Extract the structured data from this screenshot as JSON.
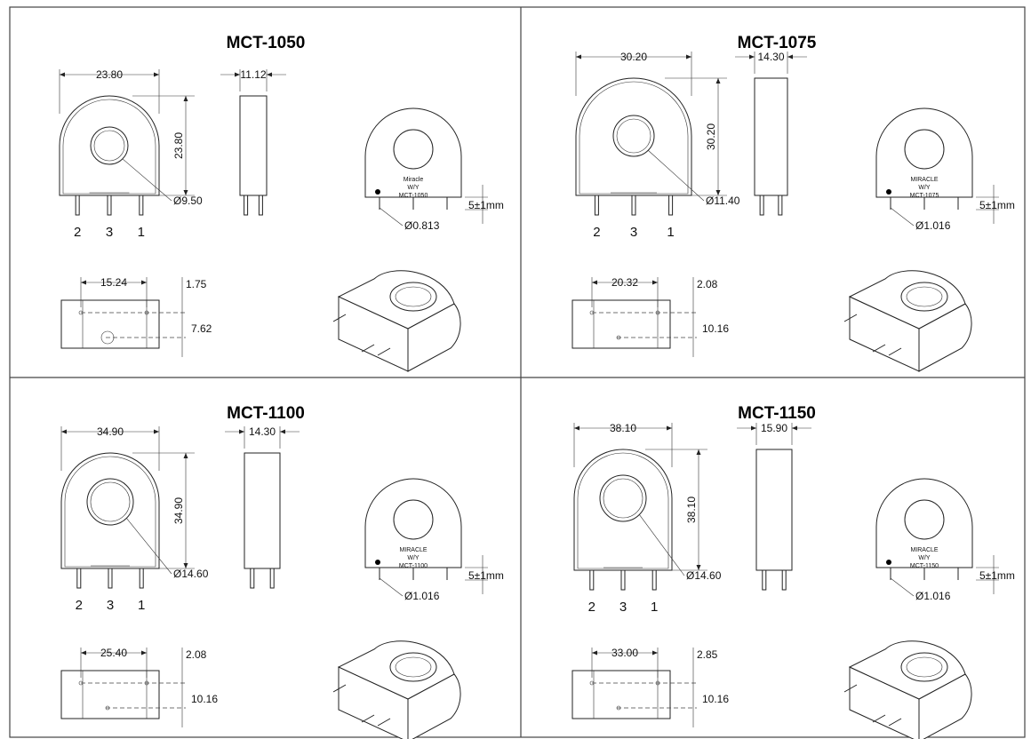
{
  "panels": [
    {
      "title": "MCT-1050",
      "width_dim": "23.80",
      "height_dim": "23.80",
      "thickness_dim": "11.12",
      "hole_dim": "Ø9.50",
      "pin_dim": "Ø0.813",
      "pin_length": "5±1mm",
      "pins": [
        "2",
        "3",
        "1"
      ],
      "bottom_width_dim": "15.24",
      "bottom_offset_dim": "1.75",
      "bottom_pitch_dim": "7.62",
      "marking": [
        "Miracle",
        "W/Y",
        "MCT-1050"
      ]
    },
    {
      "title": "MCT-1075",
      "width_dim": "30.20",
      "height_dim": "30.20",
      "thickness_dim": "14.30",
      "hole_dim": "Ø11.40",
      "pin_dim": "Ø1.016",
      "pin_length": "5±1mm",
      "pins": [
        "2",
        "3",
        "1"
      ],
      "bottom_width_dim": "20.32",
      "bottom_offset_dim": "2.08",
      "bottom_pitch_dim": "10.16",
      "marking": [
        "MIRACLE",
        "W/Y",
        "MCT-1075"
      ]
    },
    {
      "title": "MCT-1100",
      "width_dim": "34.90",
      "height_dim": "34.90",
      "thickness_dim": "14.30",
      "hole_dim": "Ø14.60",
      "pin_dim": "Ø1.016",
      "pin_length": "5±1mm",
      "pins": [
        "2",
        "3",
        "1"
      ],
      "bottom_width_dim": "25.40",
      "bottom_offset_dim": "2.08",
      "bottom_pitch_dim": "10.16",
      "marking": [
        "MIRACLE",
        "W/Y",
        "MCT-1100"
      ]
    },
    {
      "title": "MCT-1150",
      "width_dim": "38.10",
      "height_dim": "38.10",
      "thickness_dim": "15.90",
      "hole_dim": "Ø14.60",
      "pin_dim": "Ø1.016",
      "pin_length": "5±1mm",
      "pins": [
        "2",
        "3",
        "1"
      ],
      "bottom_width_dim": "33.00",
      "bottom_offset_dim": "2.85",
      "bottom_pitch_dim": "10.16",
      "marking": [
        "MIRACLE",
        "W/Y",
        "MCT-1150"
      ]
    }
  ]
}
